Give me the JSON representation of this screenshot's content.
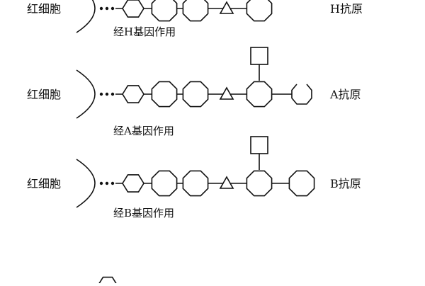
{
  "rows": [
    {
      "cell_label": "红细胞",
      "chain": [
        "hexagon",
        "octagon",
        "octagon",
        "triangle",
        "octagon"
      ],
      "branch": null,
      "end_label": "H抗原",
      "enzyme_label": "经H基因作用"
    },
    {
      "cell_label": "红细胞",
      "chain": [
        "hexagon",
        "octagon",
        "octagon",
        "triangle",
        "octagon",
        "open-octagon"
      ],
      "branch": "square",
      "end_label": "A抗原",
      "enzyme_label": "经A基因作用"
    },
    {
      "cell_label": "红细胞",
      "chain": [
        "hexagon",
        "octagon",
        "octagon",
        "triangle",
        "octagon",
        "octagon"
      ],
      "branch": "square",
      "end_label": "B抗原",
      "enzyme_label": "经B基因作用"
    }
  ],
  "legend": [
    {
      "shape": "hexagon"
    }
  ],
  "colors": {
    "ink": "#111111",
    "paper": "#ffffff"
  }
}
